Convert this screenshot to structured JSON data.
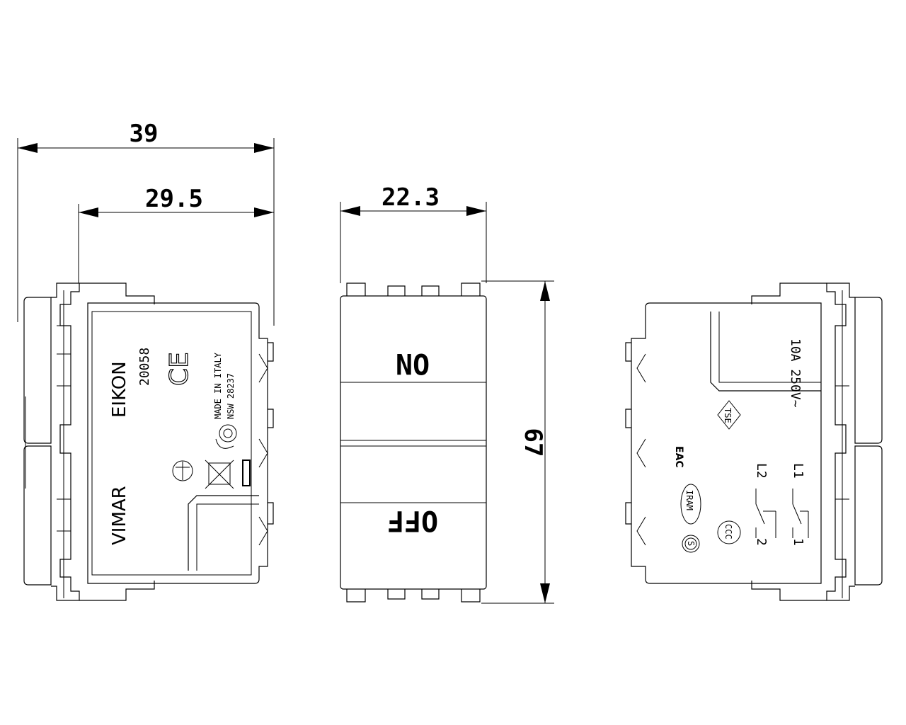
{
  "dimensions": {
    "overall_depth": "39",
    "body_depth": "29.5",
    "front_width": "22.3",
    "height": "67"
  },
  "left_view": {
    "brand": "VIMAR",
    "series": "EIKON",
    "article": "20058",
    "made_in": "MADE IN ITALY",
    "approval": "NSW 28237",
    "ce_mark": "CE"
  },
  "front_view": {
    "on_label": "ON",
    "off_label": "OFF"
  },
  "right_view": {
    "rating": "10A 250V~",
    "tse_mark": "TSE",
    "eac_mark": "EAC",
    "iram_mark": "IRAM",
    "s_mark": "S",
    "ccc_mark": "CCC",
    "term_l1": "L1",
    "term_l2": "L2",
    "term_1": "1",
    "term_2": "2"
  }
}
